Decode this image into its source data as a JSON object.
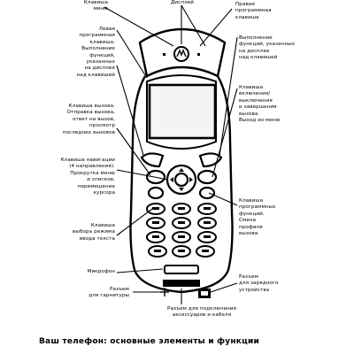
{
  "labels": {
    "top_left": "Клавиша\nменю",
    "top_center": "Дисплей",
    "top_right": "Правая\nпрограммная\nклавиша",
    "left_1": "Левая\nпрограммная\nклавиша.\nВыполнение\nфункций,\nуказанных\nна дисплее\nнад клавишей",
    "left_2": "Клавиша вызова.\nОтправка вызова,\nответ на вызов,\nпросмотр\nпоследних вызовов",
    "left_3": "Клавиша навигации\n(4 направления).\nПрокрутка меню\nи списков,\nперемещение\nкурсора",
    "left_4": "Клавиша\nвыбора режима\nввода текста",
    "left_5": "Микрофон",
    "right_1": "Выполнение\nфункций, указанных\nна дисплее\nнад клавишей",
    "right_2": "Клавиша\nвключения/\nвыключения\nи завершения\nвызова.\nВыход из меню",
    "right_3": "Клавиша\nпрограммных\nфункций.\nСмена\nпрофиля\nвызова",
    "right_4": "Разъем\nдля зарядного\nустройства",
    "bottom_left": "Разъем\nдля гарнитуры",
    "bottom_center": "Разъем для подключения\nаксессуаров и кабеля"
  },
  "caption": "Ваш телефон: основные элементы и функции",
  "colors": {
    "ink": "#000000",
    "paper": "#ffffff",
    "screen": "#f4f4f4"
  },
  "icons": {
    "logo": "motorola-logo-icon",
    "plus": "plus-icon",
    "charger": "battery-connector-icon"
  }
}
